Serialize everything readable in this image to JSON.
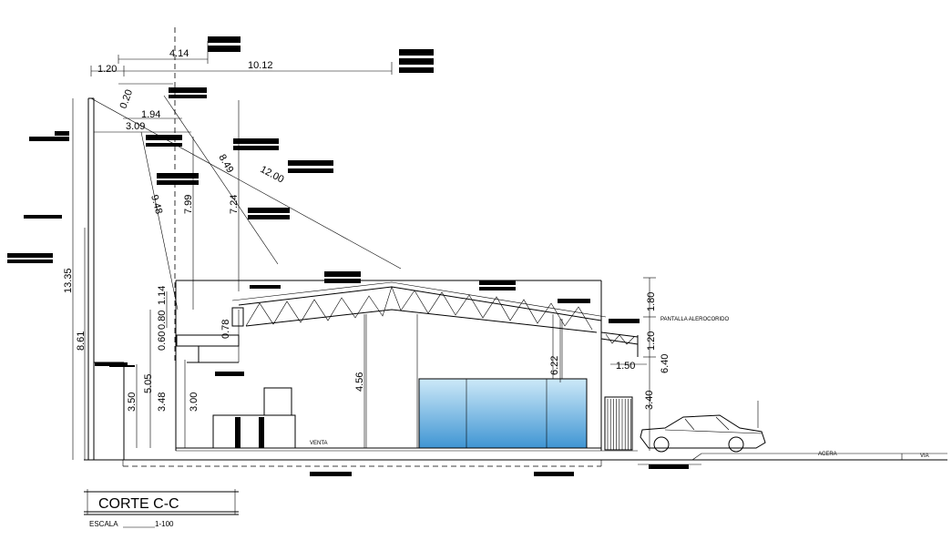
{
  "title": {
    "name": "CORTE C-C",
    "scale_label": "ESCALA",
    "scale_value": "1-100"
  },
  "dimensions": {
    "top_4_14": "4.14",
    "top_10_12": "10.12",
    "top_1_20": "1.20",
    "d_0_20": "0.20",
    "d_1_94": "1.94",
    "d_3_09": "3.09",
    "d_8_49": "8.49",
    "d_12_00": "12.00",
    "d_7_99": "7.99",
    "d_7_24": "7.24",
    "d_9_48": "9.48",
    "d_13_35": "13.35",
    "d_8_61": "8.61",
    "d_1_14": "1.14",
    "d_0_80": "0.80",
    "d_0_60": "0.60",
    "d_0_78": "0.78",
    "d_5_05": "5.05",
    "d_3_50": "3.50",
    "d_3_48": "3.48",
    "d_3_00": "3.00",
    "d_4_56": "4.56",
    "d_6_22": "6.22",
    "d_1_50": "1.50",
    "d_1_80": "1.80",
    "d_1_20": "1.20",
    "d_6_40": "6.40",
    "d_3_40": "3.40"
  },
  "labels": {
    "venta": "VENTA",
    "acera": "ACERA",
    "via": "VIA",
    "pantalla": "PANTALLA ALEROCORIDO"
  },
  "colors": {
    "line": "#000000",
    "glass_light": "#bfe3f7",
    "glass_dark": "#4fa3dc",
    "background": "#ffffff"
  }
}
